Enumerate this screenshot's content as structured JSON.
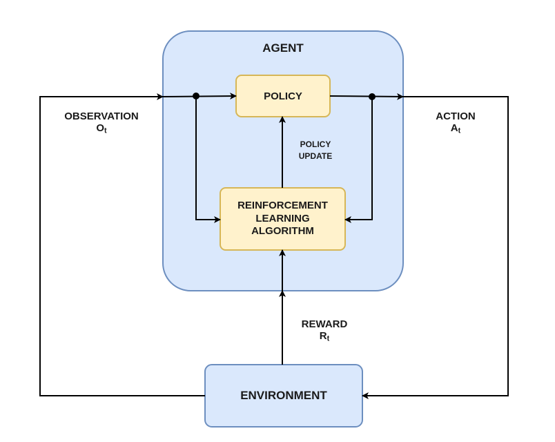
{
  "agent": {
    "title": "AGENT",
    "fill": "#dae8fc",
    "stroke": "#6c8ebf"
  },
  "policy": {
    "label": "POLICY",
    "fill": "#fff2cc",
    "stroke": "#d6b656"
  },
  "rl_algorithm": {
    "line1": "REINFORCEMENT",
    "line2": "LEARNING",
    "line3": "ALGORITHM"
  },
  "policy_update": {
    "line1": "POLICY",
    "line2": "UPDATE"
  },
  "observation": {
    "label": "OBSERVATION",
    "symbol": "O",
    "subscript": "t"
  },
  "action": {
    "label": "ACTION",
    "symbol": "A",
    "subscript": "t"
  },
  "reward": {
    "label": "REWARD",
    "symbol": "R",
    "subscript": "t"
  },
  "environment": {
    "label": "ENVIRONMENT",
    "fill": "#dae8fc",
    "stroke": "#6c8ebf"
  },
  "arrow_color": "#000000"
}
